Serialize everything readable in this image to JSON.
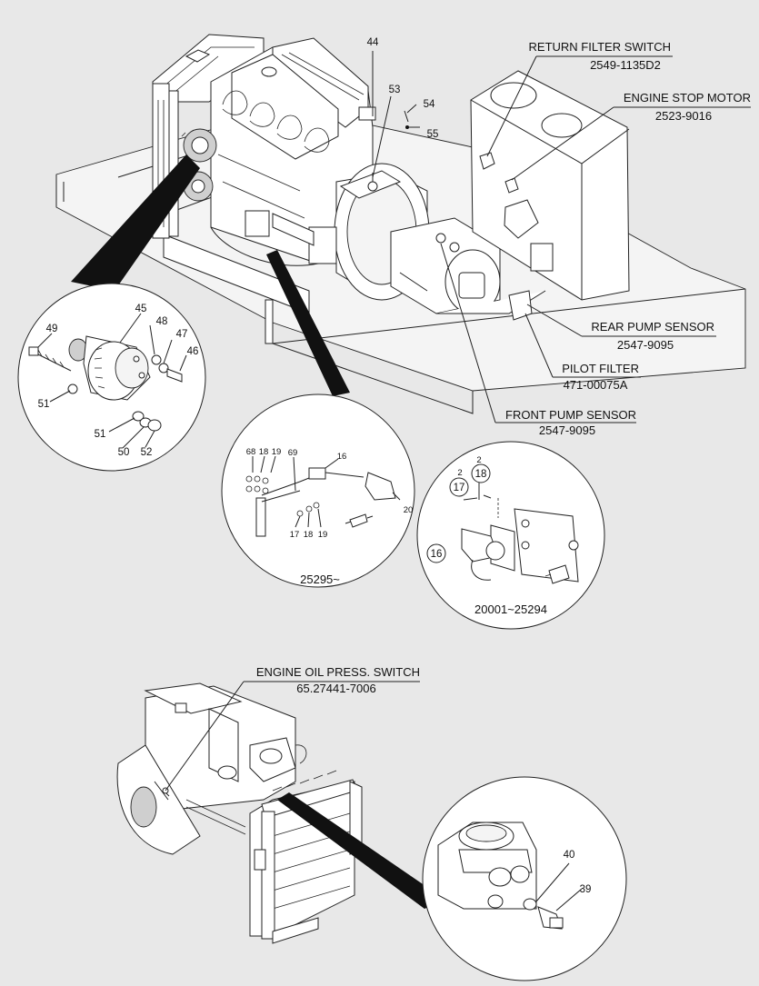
{
  "labels": {
    "return_filter_switch": {
      "name": "RETURN FILTER SWITCH",
      "part": "2549-1135D2"
    },
    "engine_stop_motor": {
      "name": "ENGINE STOP MOTOR",
      "part": "2523-9016"
    },
    "rear_pump_sensor": {
      "name": "REAR PUMP SENSOR",
      "part": "2547-9095"
    },
    "pilot_filter": {
      "name": "PILOT FILTER",
      "part": "471-00075A"
    },
    "front_pump_sensor": {
      "name": "FRONT PUMP SENSOR",
      "part": "2547-9095"
    },
    "engine_oil_press_switch": {
      "name": "ENGINE OIL PRESS. SWITCH",
      "part": "65.27441-7006"
    }
  },
  "callouts": {
    "c44": "44",
    "c53": "53",
    "c54": "54",
    "c55": "55",
    "c45": "45",
    "c48": "48",
    "c47": "47",
    "c46": "46",
    "c49": "49",
    "c51a": "51",
    "c51b": "51",
    "c50": "50",
    "c52": "52",
    "c68": "68",
    "c18a": "18",
    "c19a": "19",
    "c69": "69",
    "c16a": "16",
    "c20": "20",
    "c17a": "17",
    "c18b": "18",
    "c19b": "19",
    "c2a": "2",
    "c2b": "2",
    "c17b": "17",
    "c18c": "18",
    "c16b": "16",
    "c40": "40",
    "c39": "39"
  },
  "serial_ranges": {
    "later": "25295~",
    "earlier": "20001~25294"
  }
}
